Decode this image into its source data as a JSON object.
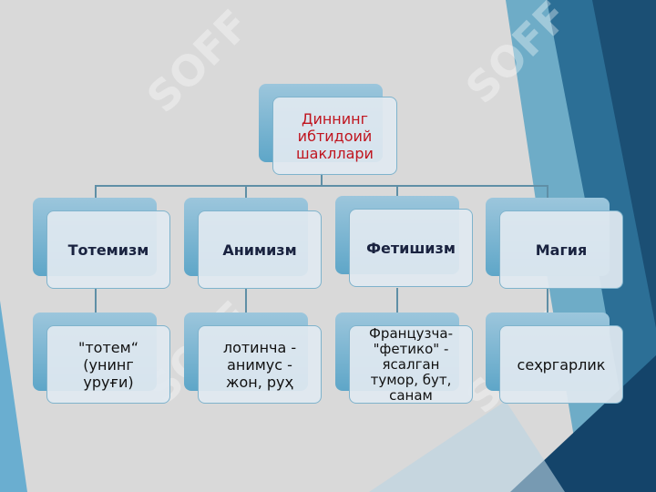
{
  "root": {
    "label": "Диннинг\nибтидоий\nшакллари"
  },
  "categories": [
    {
      "label": "Тотемизм",
      "desc": "\"тотем“\n(унинг\nуруғи)"
    },
    {
      "label": "Анимизм",
      "desc": "лотинча -\nанимус -\nжон, руҳ"
    },
    {
      "label": "Фетишизм",
      "desc": "Французча-\n\"фетико\" -\nясалган\nтумор, бут,\nсанам"
    },
    {
      "label": "Магия",
      "desc": "сеҳргарлик"
    }
  ],
  "watermark": "SOFF",
  "colors": {
    "root_text": "#c0151f",
    "category_text": "#1a2340",
    "accent_blue": "#1f5b86"
  }
}
